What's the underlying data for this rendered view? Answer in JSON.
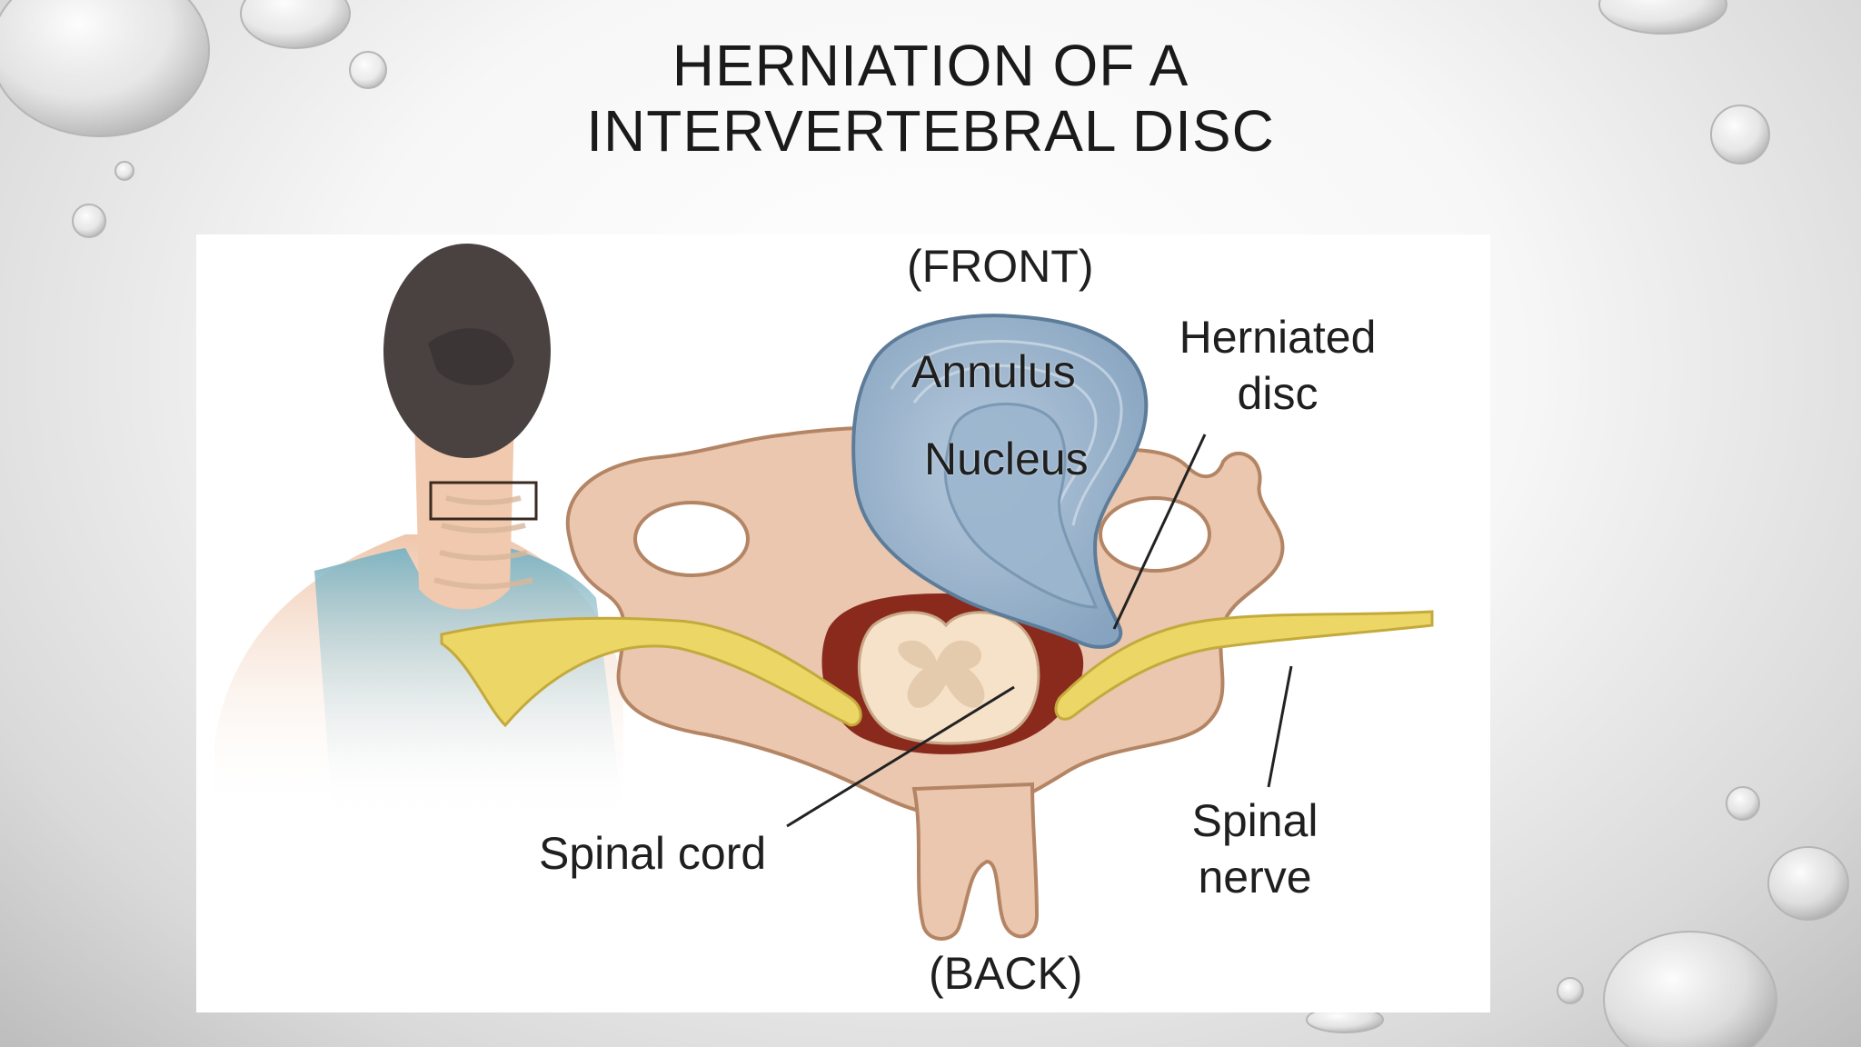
{
  "slide": {
    "title_line1": "HERNIATION OF A",
    "title_line2": "INTERVERTEBRAL DISC"
  },
  "diagram": {
    "labels": {
      "front": "(FRONT)",
      "back": "(BACK)",
      "annulus": "Annulus",
      "nucleus": "Nucleus",
      "herniated_line1": "Herniated",
      "herniated_line2": "disc",
      "spinal_cord": "Spinal cord",
      "spinal_nerve_line1": "Spinal",
      "spinal_nerve_line2": "nerve"
    },
    "colors": {
      "bone": "#eac7ae",
      "bone_outline": "#b48565",
      "disc": "#9fb7cf",
      "disc_outline": "#5d7c99",
      "nerve": "#ecd766",
      "cord": "#f6e2c8",
      "canal": "#8a2a1c",
      "shirt": "#8fbdc8",
      "hair": "#4a4241",
      "skin": "#f0c9ae"
    }
  }
}
